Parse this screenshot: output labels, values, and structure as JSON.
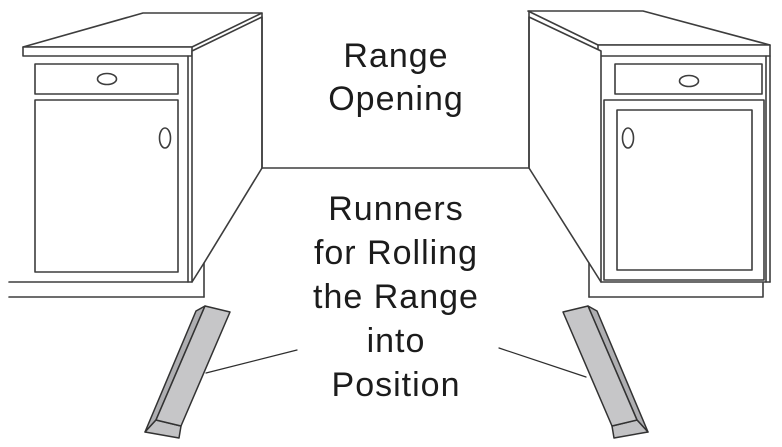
{
  "labels": {
    "range_opening": {
      "lines": [
        "Range",
        "Opening"
      ]
    },
    "runners": {
      "lines": [
        "Runners",
        "for Rolling",
        "the Range",
        "into",
        "Position"
      ]
    }
  },
  "colors": {
    "background": "#ffffff",
    "outline": "#3d3d3d",
    "text": "#1c1c1c",
    "cabinet_fill": "#ffffff",
    "runner_top": "#c6c6c8",
    "runner_side": "#aeaeb1",
    "runner_end": "#c2c2c4"
  }
}
